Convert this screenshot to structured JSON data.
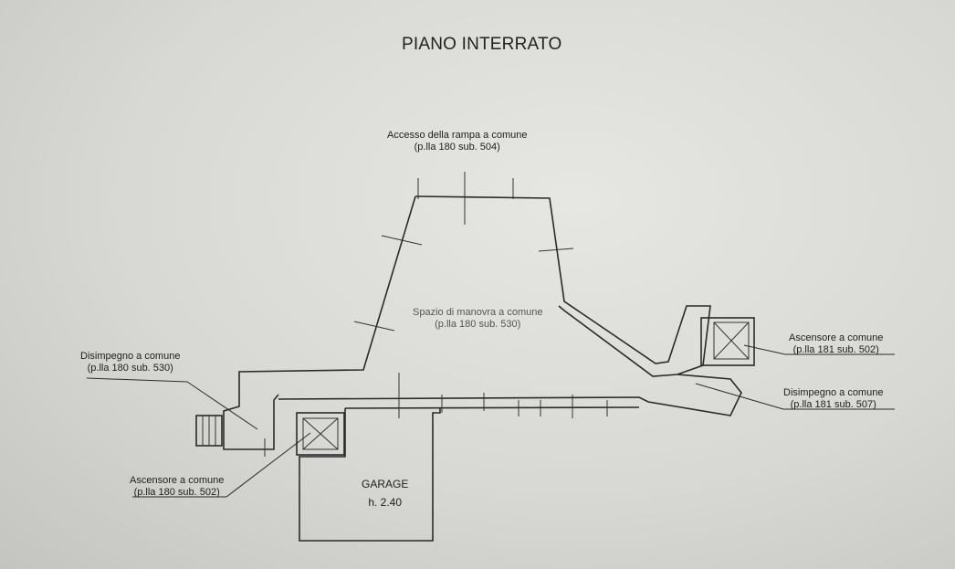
{
  "title": "PIANO INTERRATO",
  "labels": {
    "ramp_access_1": "Accesso della rampa a comune",
    "ramp_access_2": "(p.lla 180 sub. 504)",
    "maneuver_1": "Spazio di manovra a comune",
    "maneuver_2": "(p.lla 180 sub. 530)",
    "disimpegno_left_1": "Disimpegno a comune",
    "disimpegno_left_2": "(p.lla 180 sub. 530)",
    "ascensore_left_1": "Ascensore a comune",
    "ascensore_left_2": "(p.lla 180 sub. 502)",
    "ascensore_right_1": "Ascensore a comune",
    "ascensore_right_2": "(p.lla 181 sub. 502)",
    "disimpegno_right_1": "Disimpegno a comune",
    "disimpegno_right_2": "(p.lla 181 sub. 507)",
    "garage": "GARAGE",
    "garage_height": "h. 2.40"
  }
}
